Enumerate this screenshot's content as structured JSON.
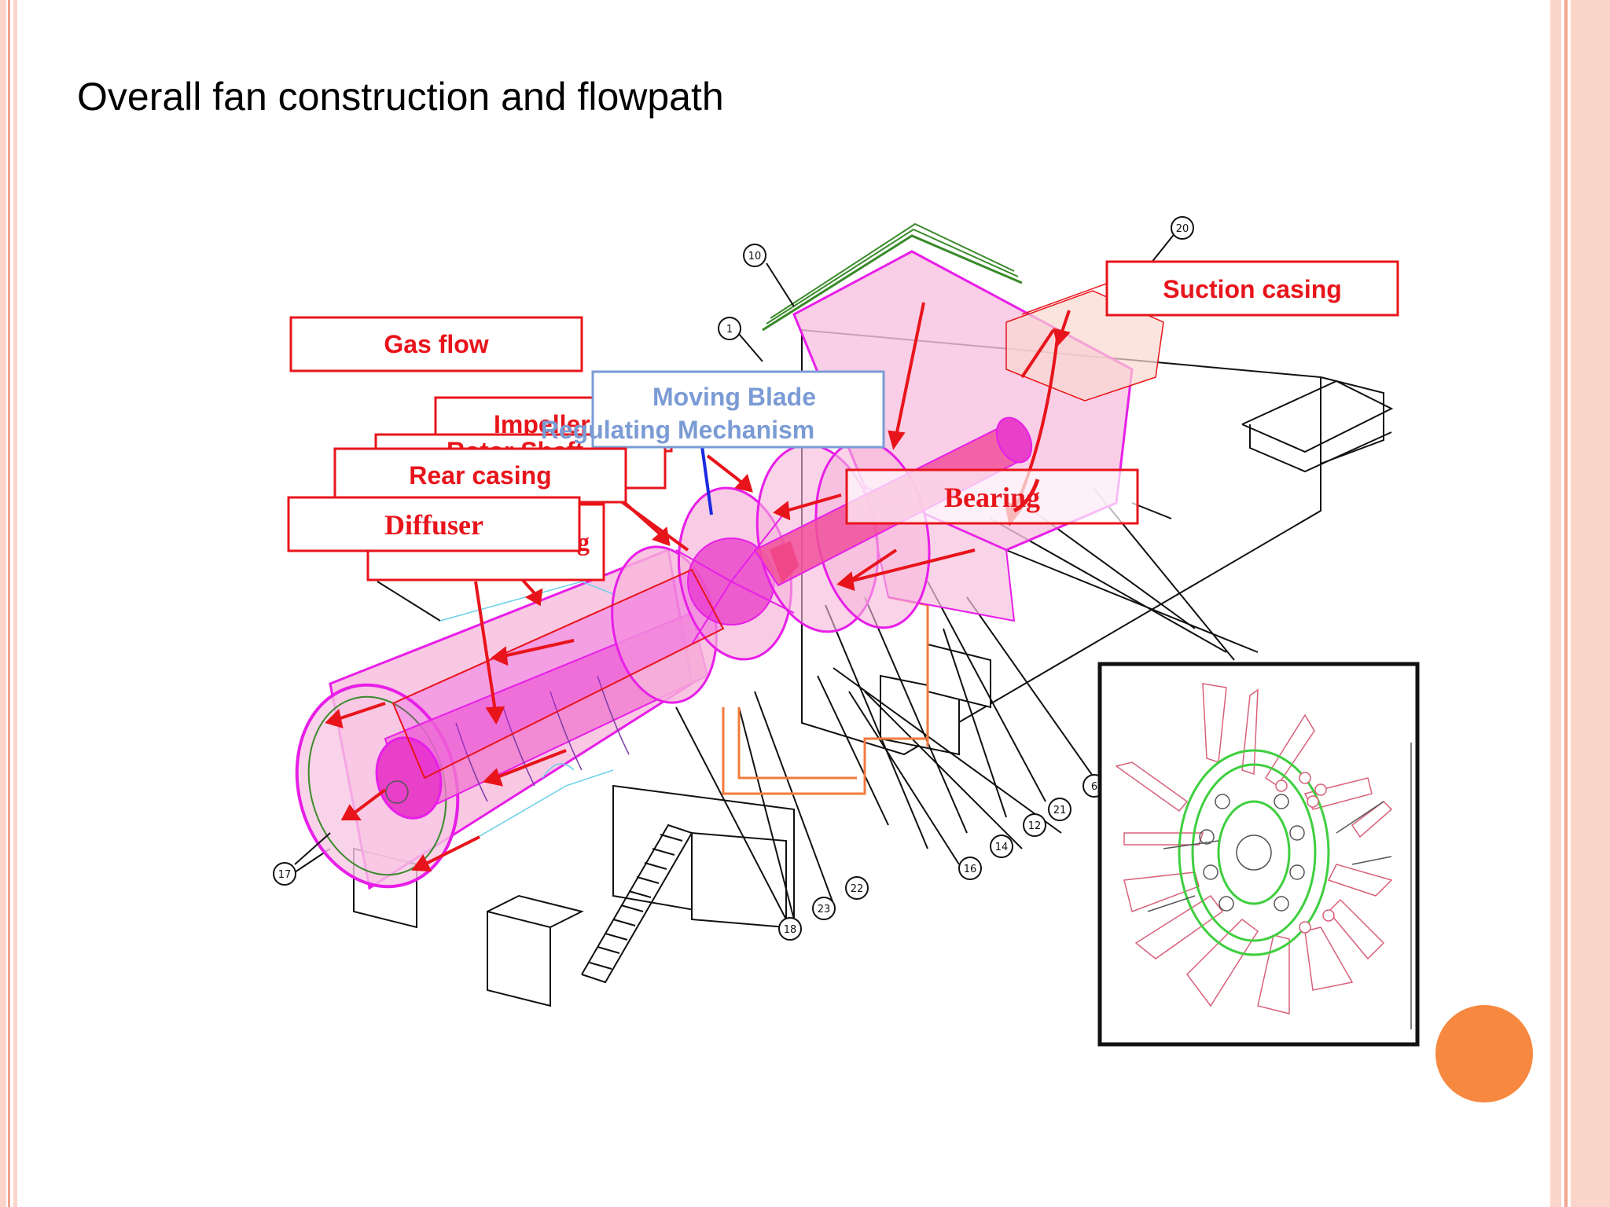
{
  "slide": {
    "title": "Overall fan construction and flowpath"
  },
  "colors": {
    "label_red": "#e8141b",
    "label_blue": "#7b9bd4",
    "casing_magenta": "#e81ee8",
    "casing_fill": "#f7b5da",
    "accent_orange": "#f7883f",
    "frame_pink": "#fbd5c9"
  },
  "labels": {
    "gas_flow": "Gas flow",
    "moving_blade": "Moving Blade",
    "regulating_mechanism": "Regulating Mechanism",
    "impeller": "Impeller",
    "rotor_shaft": "Rotor Shaft",
    "rear_casing": "Rear casing",
    "diffuser": "Diffuser",
    "hidden_g": "g",
    "bearing": "Bearing",
    "suction_casing": "Suction casing"
  },
  "callout_numbers": [
    "10",
    "1",
    "20",
    "17",
    "18",
    "23",
    "22",
    "16",
    "14",
    "12",
    "21",
    "6"
  ]
}
